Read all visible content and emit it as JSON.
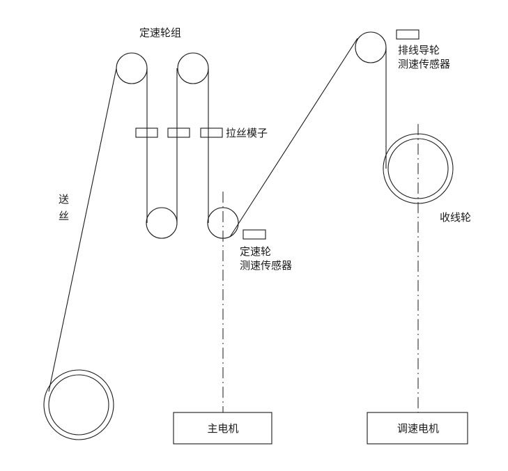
{
  "labels": {
    "pulley_group": "定速轮组",
    "feed_wire_top": "送",
    "feed_wire_bottom": "丝",
    "drawing_dies": "拉丝模子",
    "guide_sensor_line1": "排线导轮",
    "guide_sensor_line2": "测速传感器",
    "take_up_wheel": "收线轮",
    "fixed_sensor_line1": "定速轮",
    "fixed_sensor_line2": "测速传感器",
    "main_motor": "主电机",
    "speed_motor": "调速电机"
  },
  "colors": {
    "line": "#1a1a1a",
    "background": "#ffffff"
  }
}
